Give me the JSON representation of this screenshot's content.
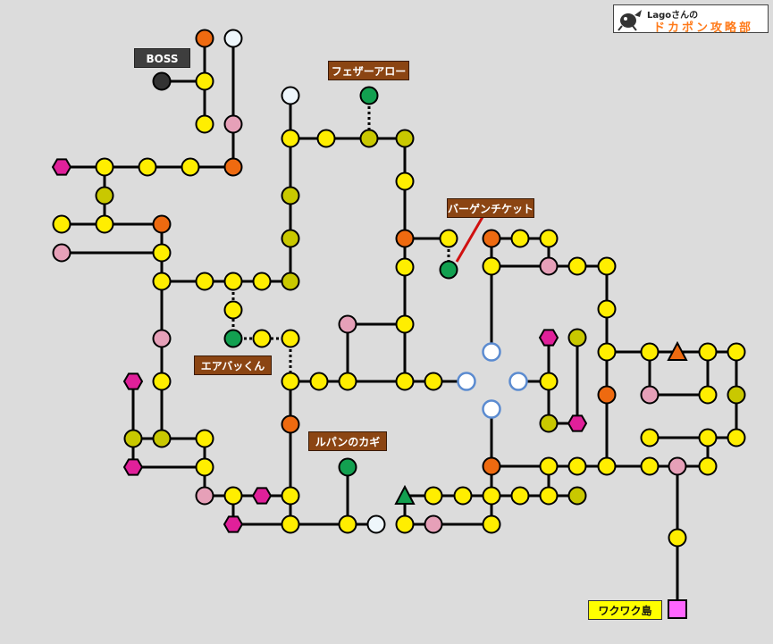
{
  "logo": {
    "author": "Lagoさんの",
    "site": "ドカポン攻略部",
    "icon": "mascot-icon"
  },
  "labels": {
    "boss": "BOSS",
    "feather_arrow": "フェザーアロー",
    "bargain_ticket": "バーゲンチケット",
    "air_back": "エアバッくん",
    "lupin_key": "ルパンのカギ",
    "wakuwaku": "ワクワク島"
  },
  "colors": {
    "yellow": "#ffee00",
    "olive": "#c9c800",
    "orange": "#ee6a10",
    "pink": "#e6a0b8",
    "green": "#12a050",
    "white": "#eef6fb",
    "dark": "#333333",
    "magenta": "#e0209a",
    "blue_ring": "#5b8bd0",
    "path": "#000000",
    "pointer": "#d01010"
  },
  "legend_icons": [
    "hexagon-space-icon",
    "triangle-space-icon",
    "square-goal-icon"
  ]
}
